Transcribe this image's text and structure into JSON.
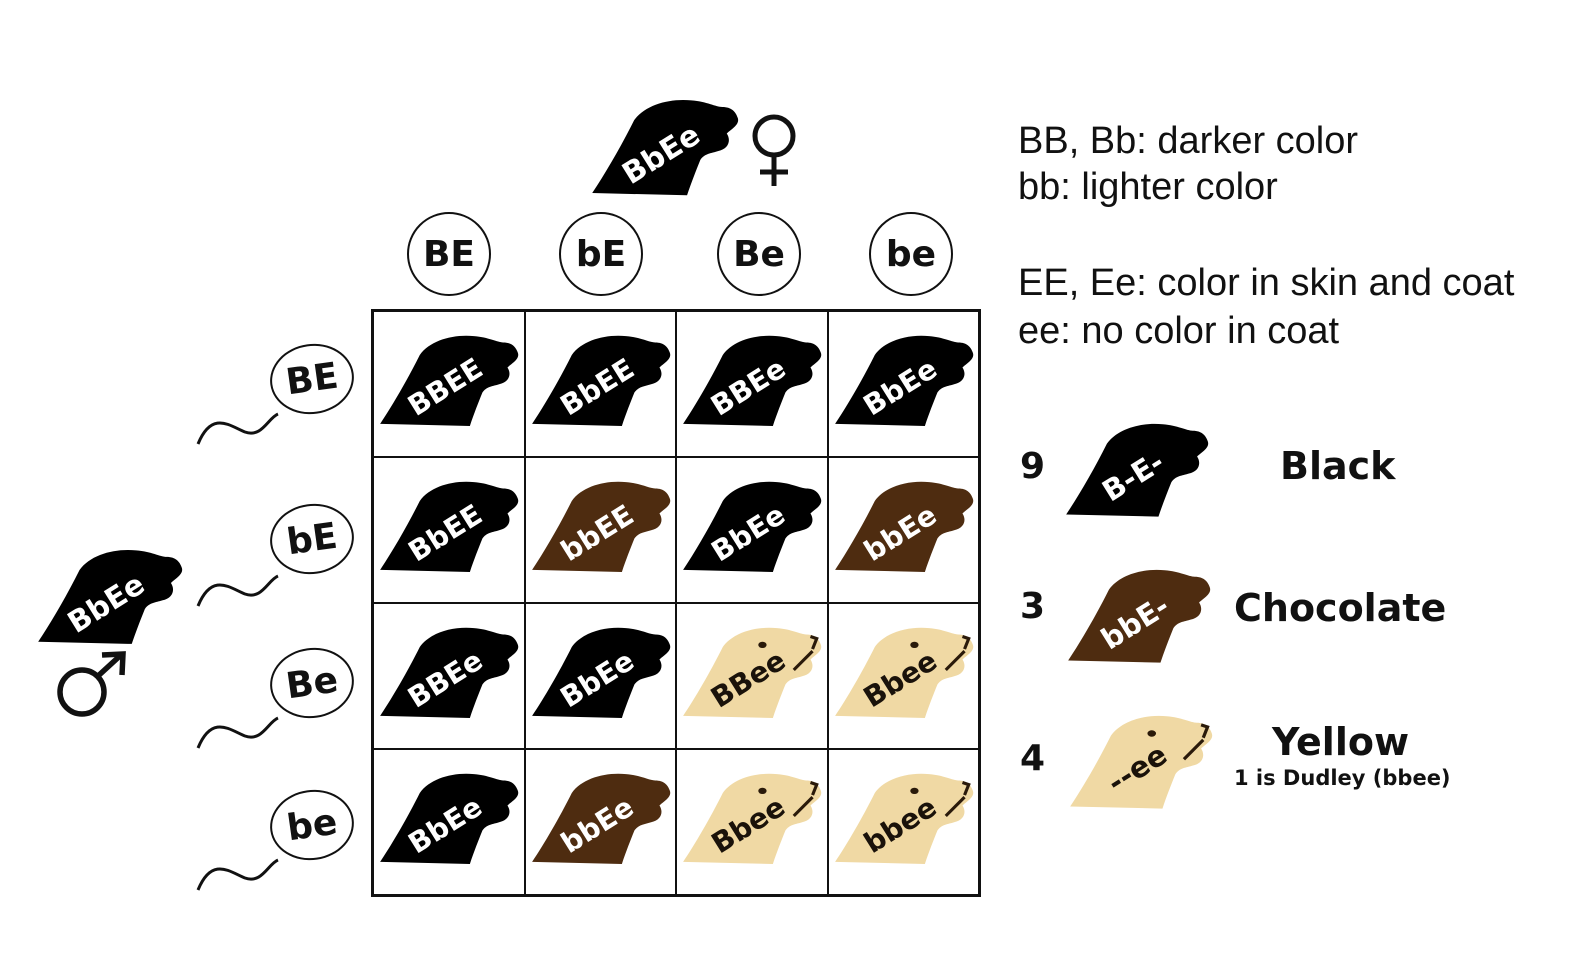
{
  "female": {
    "genotype": "BbEe",
    "symbol": "♀"
  },
  "male": {
    "genotype": "BbEe",
    "symbol": "♂"
  },
  "col_gametes": [
    "BE",
    "bE",
    "Be",
    "be"
  ],
  "row_gametes": [
    "BE",
    "bE",
    "Be",
    "be"
  ],
  "grid": [
    [
      {
        "g": "BBEE",
        "c": "black"
      },
      {
        "g": "BbEE",
        "c": "black"
      },
      {
        "g": "BBEe",
        "c": "black"
      },
      {
        "g": "BbEe",
        "c": "black"
      }
    ],
    [
      {
        "g": "BbEE",
        "c": "black"
      },
      {
        "g": "bbEE",
        "c": "chocolate"
      },
      {
        "g": "BbEe",
        "c": "black"
      },
      {
        "g": "bbEe",
        "c": "chocolate"
      }
    ],
    [
      {
        "g": "BBEe",
        "c": "black"
      },
      {
        "g": "BbEe",
        "c": "black"
      },
      {
        "g": "BBee",
        "c": "yellow"
      },
      {
        "g": "Bbee",
        "c": "yellow"
      }
    ],
    [
      {
        "g": "BbEe",
        "c": "black"
      },
      {
        "g": "bbEe",
        "c": "chocolate"
      },
      {
        "g": "Bbee",
        "c": "yellow"
      },
      {
        "g": "bbee",
        "c": "yellow"
      }
    ]
  ],
  "colors": {
    "black": "#000000",
    "chocolate": "#4e2c10",
    "yellow": "#f0d9a4"
  },
  "legend": {
    "line1": "BB, Bb:  darker color",
    "line2": "bb: lighter color",
    "line3": "EE, Ee: color in skin and coat",
    "line4": "ee:  no color in coat"
  },
  "phenotypes": [
    {
      "count": "9",
      "genotype": "B-E-",
      "name": "Black",
      "color": "black"
    },
    {
      "count": "3",
      "genotype": "bbE-",
      "name": "Chocolate",
      "color": "chocolate"
    },
    {
      "count": "4",
      "genotype": "--ee",
      "name": "Yellow",
      "color": "yellow",
      "note": "1 is Dudley (bbee)"
    }
  ]
}
